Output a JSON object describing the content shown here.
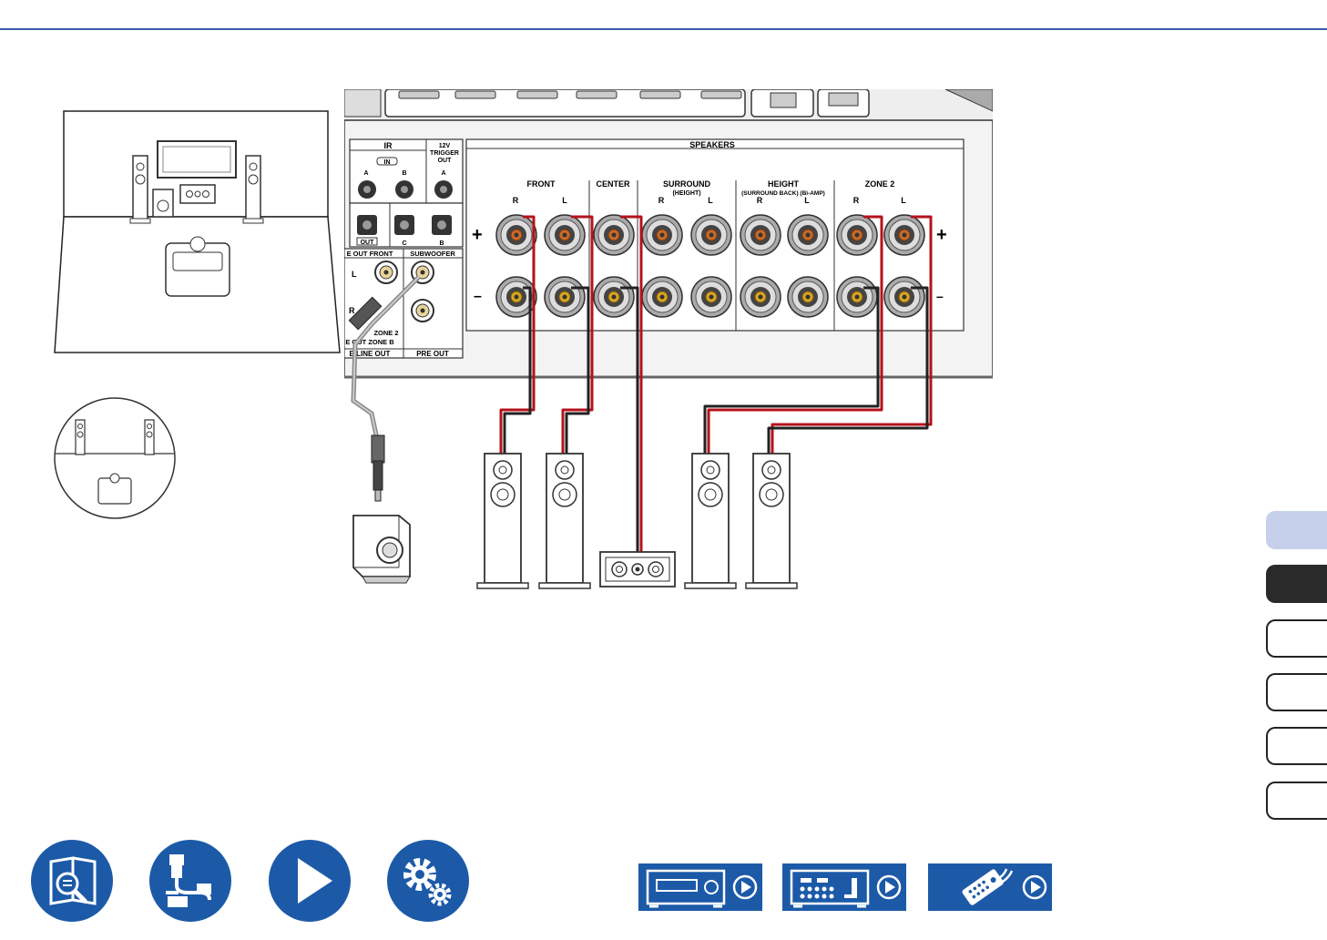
{
  "colors": {
    "accent": "#1c5aa8",
    "tab_light": "#c6d0ea",
    "tab_dark": "#2a2a2a",
    "cable_red": "#b5121b"
  },
  "panel": {
    "ir": "IR",
    "in": "IN",
    "trigger_12v": "12V",
    "trigger": "TRIGGER",
    "trigger_out": "OUT",
    "a": "A",
    "b": "B",
    "c": "C",
    "out": "OUT",
    "line_out_front": "E OUT FRONT",
    "subwoofer": "SUBWOOFER",
    "l": "L",
    "r": "R",
    "zone2": "ZONE 2",
    "zone_b": "E OUT ZONE B",
    "line_out": "E LINE OUT",
    "pre_out": "PRE OUT",
    "speakers": "SPEAKERS",
    "front": "FRONT",
    "center": "CENTER",
    "surround": "SURROUND",
    "height_paren": "(HEIGHT)",
    "height": "HEIGHT",
    "surround_back": "(SURROUND BACK) (Bi-AMP)",
    "zone2_spk": "ZONE 2",
    "plus": "+",
    "minus": "–"
  },
  "icons": {
    "contents": "book-search-icon",
    "connections": "cable-icon",
    "playback": "play-icon",
    "setup": "gear-icon",
    "front_panel": "front-panel-icon",
    "rear_panel": "rear-panel-icon",
    "remote": "remote-icon"
  }
}
